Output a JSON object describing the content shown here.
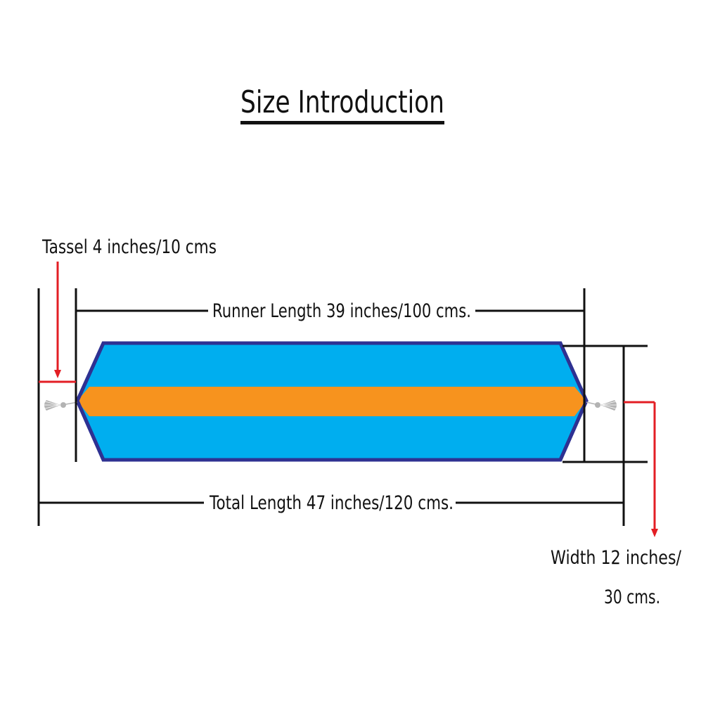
{
  "title": "Size Introduction",
  "labels": {
    "tassel": "Tassel 4 inches/10 cms",
    "runner_length": "Runner Length 39 inches/100 cms.",
    "total_length": "Total Length 47 inches/120 cms.",
    "width_line1": "Width 12 inches/",
    "width_line2": "30 cms."
  },
  "colors": {
    "background": "#ffffff",
    "runner_body": "#00aeef",
    "runner_stripe": "#f7931e",
    "runner_border": "#2e3192",
    "dimension_line": "#111111",
    "pointer_arrow": "#e31e24",
    "tassel": "#b3b3b3"
  }
}
